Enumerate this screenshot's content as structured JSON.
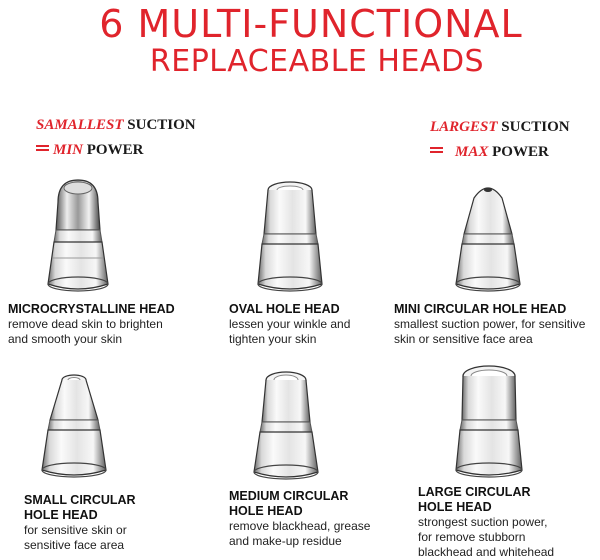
{
  "title": {
    "line1": "6 MULTI-FUNCTIONAL",
    "line2": "REPLACEABLE HEADS"
  },
  "legend_left": {
    "red_word": "SAMALLEST",
    "dark_word": "SUCTION",
    "power_red": "MIN",
    "power_dark": "POWER"
  },
  "legend_right": {
    "red_word": "LARGEST",
    "dark_word": "SUCTION",
    "power_red": "MAX",
    "power_dark": "POWER"
  },
  "heads": [
    {
      "name": "MICROCRYSTALLINE HEAD",
      "desc1": "remove dead skin to brighten",
      "desc2": "and smooth your skin"
    },
    {
      "name": "OVAL HOLE HEAD",
      "desc1": "lessen your winkle and",
      "desc2": "tighten your skin"
    },
    {
      "name": "MINI CIRCULAR HOLE HEAD",
      "desc1": "smallest suction power, for sensitive",
      "desc2": "skin or sensitive face area"
    },
    {
      "name1": "SMALL CIRCULAR",
      "name2": "HOLE HEAD",
      "desc1": "for sensitive skin or",
      "desc2": "sensitive face area"
    },
    {
      "name1": "MEDIUM CIRCULAR",
      "name2": "HOLE HEAD",
      "desc1": "remove blackhead, grease",
      "desc2": "and make-up residue"
    },
    {
      "name1": "LARGE CIRCULAR",
      "name2": "HOLE HEAD",
      "desc1": "strongest suction power,",
      "desc2": "for remove stubborn",
      "desc3": "blackhead and whitehead"
    }
  ],
  "colors": {
    "accent_red": "#e0242c",
    "text_dark": "#1a1a1a"
  },
  "icons": [
    "microcrystalline-head-icon",
    "oval-hole-head-icon",
    "mini-circular-hole-head-icon",
    "small-circular-hole-head-icon",
    "medium-circular-hole-head-icon",
    "large-circular-hole-head-icon"
  ]
}
